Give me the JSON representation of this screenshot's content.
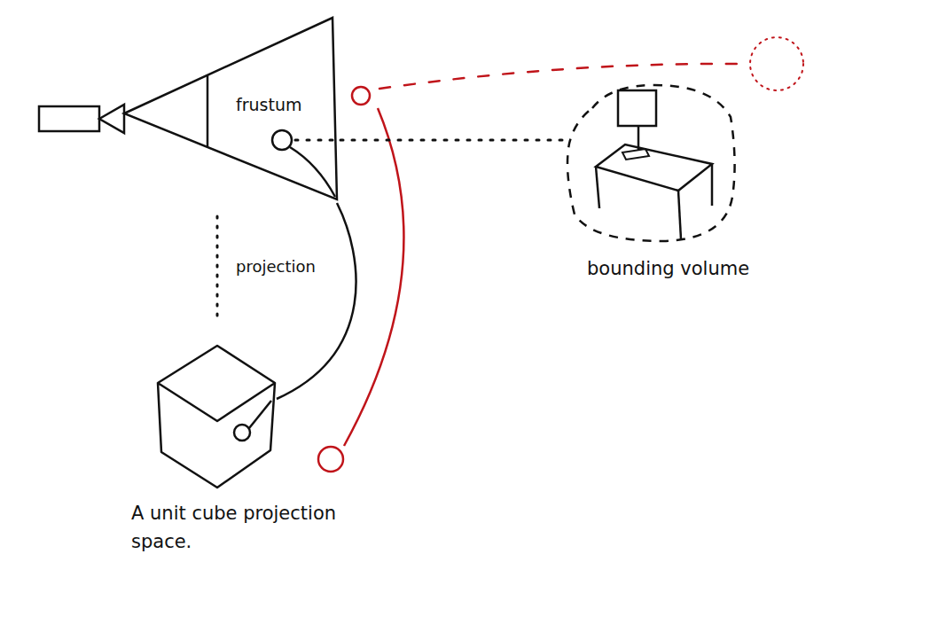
{
  "diagram": {
    "nodes": [
      {
        "text": [
          "frustum"
        ]
      },
      {
        "text": [
          "bounding volume"
        ]
      },
      {
        "text": [
          "A unit cube projection space."
        ]
      }
    ],
    "edges": [
      {
        "from": 0,
        "to": 1,
        "arrow": "none"
      },
      {
        "from": 0,
        "to": 2,
        "arrow": "none"
      }
    ],
    "labels": [
      "projection"
    ]
  }
}
